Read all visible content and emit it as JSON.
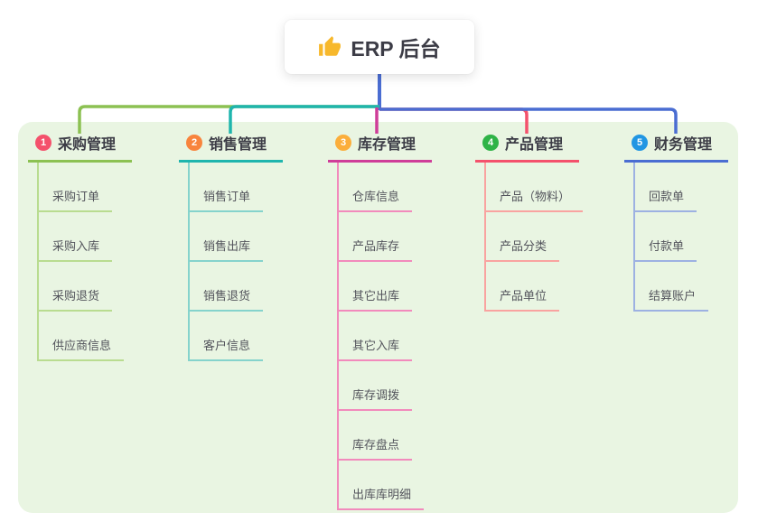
{
  "root": {
    "title": "ERP 后台",
    "icon": "thumbs-up-icon",
    "icon_color": "#f7b82c",
    "line_color": "#4a6dd2"
  },
  "canvas": {
    "panel_color": "#e9f5e2",
    "background_color": "#ffffff"
  },
  "branches": [
    {
      "num": "1",
      "label": "采购管理",
      "badge_color": "#f4516c",
      "line_color": "#8cc152",
      "child_line_color": "#b9dc90",
      "children": [
        "采购订单",
        "采购入库",
        "采购退货",
        "供应商信息"
      ]
    },
    {
      "num": "2",
      "label": "销售管理",
      "badge_color": "#f8843d",
      "line_color": "#1fb5ad",
      "child_line_color": "#85d3cc",
      "children": [
        "销售订单",
        "销售出库",
        "销售退货",
        "客户信息"
      ]
    },
    {
      "num": "3",
      "label": "库存管理",
      "badge_color": "#fbae3b",
      "line_color": "#cf3d99",
      "child_line_color": "#f28abc",
      "children": [
        "仓库信息",
        "产品库存",
        "其它出库",
        "其它入库",
        "库存调拨",
        "库存盘点",
        "出库库明细"
      ]
    },
    {
      "num": "4",
      "label": "产品管理",
      "badge_color": "#2fb347",
      "line_color": "#f4516c",
      "child_line_color": "#f9a3a0",
      "children": [
        "产品（物料）",
        "产品分类",
        "产品单位"
      ]
    },
    {
      "num": "5",
      "label": "财务管理",
      "badge_color": "#2196e3",
      "line_color": "#4a6dd2",
      "child_line_color": "#9db1e2",
      "children": [
        "回款单",
        "付款单",
        "结算账户"
      ]
    }
  ]
}
